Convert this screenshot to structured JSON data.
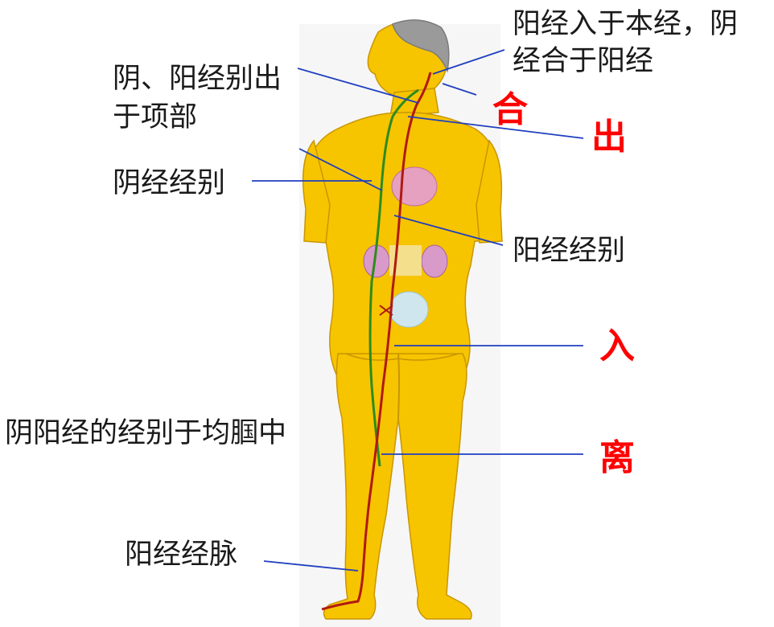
{
  "labels": {
    "yang_into_main_line1": "阳经入于本经，阴",
    "yang_into_main_line2": "经合于阳经",
    "yinyang_exit_line1": "阴、阳经别出",
    "yinyang_exit_line2": "于项部",
    "yin_divergent": "阴经经别",
    "yang_divergent": "阳经经别",
    "popliteal": "阴阳经的经别于均腘中",
    "yang_main": "阳经经脉"
  },
  "keywords": {
    "he": "合",
    "chu": "出",
    "ru": "入",
    "li": "离"
  },
  "colors": {
    "skin": "#f7c400",
    "yin_line": "#2e8b1e",
    "yang_line": "#b01a10",
    "leader_line": "#1f3fbf",
    "keyword": "#ff0000"
  }
}
